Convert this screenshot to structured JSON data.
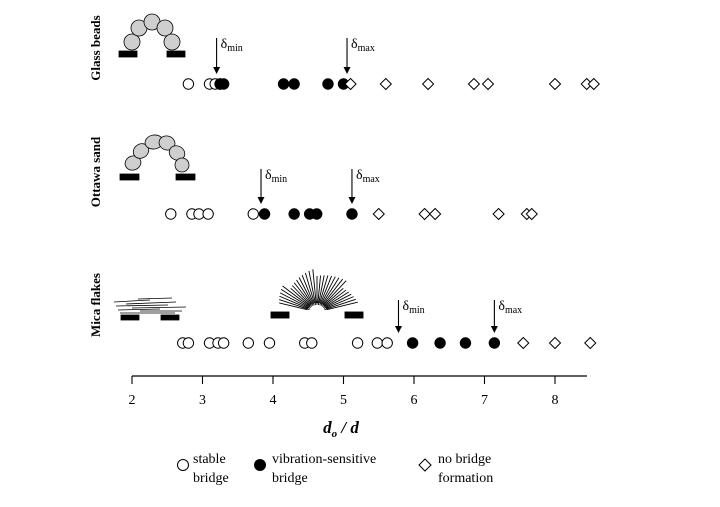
{
  "chart_data": {
    "type": "scatter",
    "title": "",
    "xlabel_main": "d",
    "xlabel_sub": "o",
    "xlabel_rest": " / d",
    "xlim": [
      2,
      8.6
    ],
    "xticks": [
      "2",
      "3",
      "4",
      "5",
      "6",
      "7",
      "8"
    ],
    "delta_symbol": "δ",
    "min_sub": "min",
    "max_sub": "max",
    "rows": [
      {
        "name": "Glass beads",
        "stable": [
          2.8,
          3.1,
          3.18,
          3.25
        ],
        "vibration": [
          3.25,
          3.3,
          4.15,
          4.3,
          4.78,
          5.0
        ],
        "no_bridge": [
          5.1,
          5.6,
          6.2,
          6.85,
          7.05,
          8.0,
          8.45,
          8.55
        ],
        "delta_min": 3.2,
        "delta_max": 5.05
      },
      {
        "name": "Ottawa sand",
        "stable": [
          2.55,
          2.85,
          2.95,
          3.08,
          3.72
        ],
        "vibration": [
          3.88,
          4.3,
          4.52,
          4.62,
          5.12
        ],
        "no_bridge": [
          5.5,
          6.15,
          6.3,
          7.2,
          7.6,
          7.67
        ],
        "delta_min": 3.83,
        "delta_max": 5.12
      },
      {
        "name": "Mica flakes",
        "stable": [
          2.72,
          2.8,
          3.1,
          3.22,
          3.3,
          3.65,
          3.95,
          4.45,
          4.55,
          5.2,
          5.48,
          5.62
        ],
        "vibration": [
          5.98,
          6.37,
          6.73,
          7.14
        ],
        "no_bridge": [
          7.55,
          8.0,
          8.5
        ],
        "delta_min": 5.78,
        "delta_max": 7.14
      }
    ],
    "legend": [
      {
        "symbol": "open-circle",
        "line1": "stable",
        "line2": "bridge"
      },
      {
        "symbol": "filled-circle",
        "line1": "vibration-sensitive",
        "line2": "bridge"
      },
      {
        "symbol": "open-diamond",
        "line1": "no bridge",
        "line2": "formation"
      }
    ]
  }
}
